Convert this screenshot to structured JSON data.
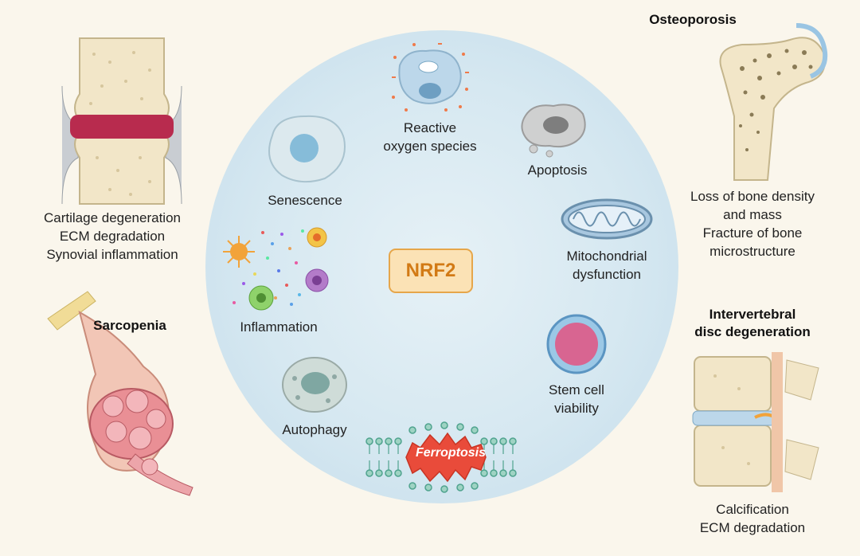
{
  "center": {
    "label": "NRF2"
  },
  "cell_mechanisms": [
    {
      "id": "ros",
      "lines": [
        "Reactive",
        "oxygen species"
      ]
    },
    {
      "id": "apoptosis",
      "lines": [
        "Apoptosis"
      ]
    },
    {
      "id": "mitochondrial",
      "lines": [
        "Mitochondrial",
        "dysfunction"
      ]
    },
    {
      "id": "stemcell",
      "lines": [
        "Stem cell",
        "viability"
      ]
    },
    {
      "id": "ferroptosis",
      "lines": [
        "Ferroptosis"
      ]
    },
    {
      "id": "autophagy",
      "lines": [
        "Autophagy"
      ]
    },
    {
      "id": "inflammation",
      "lines": [
        "Inflammation"
      ]
    },
    {
      "id": "senescence",
      "lines": [
        "Senescence"
      ]
    }
  ],
  "diseases": {
    "osteoarthritis": {
      "lines": [
        "Cartilage degeneration",
        "ECM degradation",
        "Synovial inflammation"
      ]
    },
    "sarcopenia": {
      "title": "Sarcopenia"
    },
    "osteoporosis": {
      "title": "Osteoporosis",
      "lines": [
        "Loss of bone density",
        "and mass",
        "Fracture of bone",
        "microstructure"
      ]
    },
    "ivdd": {
      "title_lines": [
        "Intervertebral",
        "disc degeneration"
      ],
      "lines": [
        "Calcification",
        "ECM degradation"
      ]
    }
  },
  "colors": {
    "accent": "#e6a64a",
    "circle": "#d6e8f1",
    "ferroptosis": "#e94b3a",
    "bone": "#f2e6c8",
    "muscle": "#e7a0a4"
  }
}
